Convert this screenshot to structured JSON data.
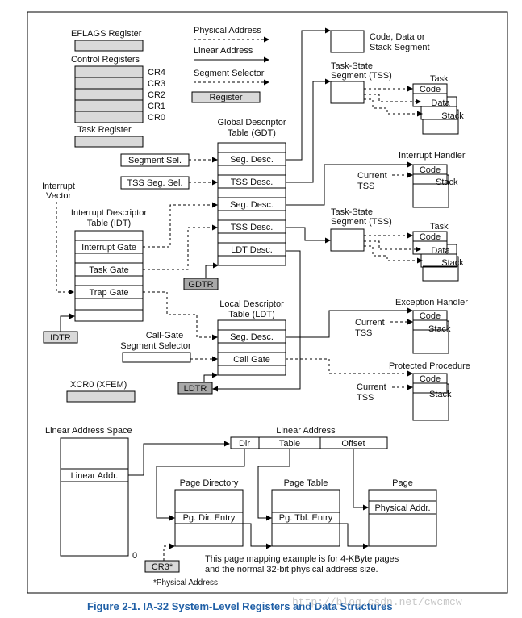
{
  "legend": {
    "eflags_label": "EFLAGS Register",
    "control_regs_label": "Control Registers",
    "cr_labels": [
      "CR4",
      "CR3",
      "CR2",
      "CR1",
      "CR0"
    ],
    "task_register_label": "Task Register",
    "physical_address_label": "Physical Address",
    "linear_address_label": "Linear Address",
    "segment_selector_label": "Segment Selector",
    "register_label": "Register"
  },
  "gdt": {
    "title_line1": "Global Descriptor",
    "title_line2": "Table (GDT)",
    "entries": [
      "Seg. Desc.",
      "TSS Desc.",
      "Seg. Desc.",
      "TSS Desc.",
      "LDT Desc."
    ],
    "register": "GDTR"
  },
  "selectors": {
    "segment_sel": "Segment Sel.",
    "tss_seg_sel": "TSS Seg. Sel."
  },
  "idt": {
    "vector_line1": "Interrupt",
    "vector_line2": "Vector",
    "title_line1": "Interrupt Descriptor",
    "title_line2": "Table (IDT)",
    "entries": [
      "Interrupt Gate",
      "Task Gate",
      "Trap Gate"
    ],
    "register": "IDTR"
  },
  "ldt": {
    "title_line1": "Local Descriptor",
    "title_line2": "Table (LDT)",
    "entries": [
      "Seg. Desc.",
      "Call Gate"
    ],
    "register": "LDTR",
    "callgate_selector_line1": "Call-Gate",
    "callgate_selector_line2": "Segment Selector"
  },
  "xcr0": "XCR0 (XFEM)",
  "targets": {
    "code_data_stack": [
      "Code, Data or",
      "Stack Segment"
    ],
    "tss_title": [
      "Task-State",
      "Segment (TSS)"
    ],
    "task": "Task",
    "code": "Code",
    "data": "Data",
    "stack": "Stack",
    "interrupt_handler": "Interrupt Handler",
    "exception_handler": "Exception Handler",
    "protected_procedure": "Protected Procedure",
    "current_tss": [
      "Current",
      "TSS"
    ]
  },
  "paging": {
    "linear_address_space": "Linear Address Space",
    "linear_addr": "Linear Addr.",
    "zero": "0",
    "linear_address_title": "Linear Address",
    "fields": [
      "Dir",
      "Table",
      "Offset"
    ],
    "page_directory": "Page Directory",
    "pg_dir_entry": "Pg. Dir. Entry",
    "page_table": "Page Table",
    "pg_tbl_entry": "Pg. Tbl. Entry",
    "page": "Page",
    "physical_addr": "Physical Addr.",
    "cr3": "CR3*",
    "note_line1": "This page mapping example is for 4-KByte pages",
    "note_line2": "and the normal 32-bit physical address size.",
    "footnote": "*Physical Address"
  },
  "caption": "Figure 2-1.  IA-32 System-Level Registers and Data Structures",
  "watermark": "http://blog.csdn.net/cwcmcw"
}
